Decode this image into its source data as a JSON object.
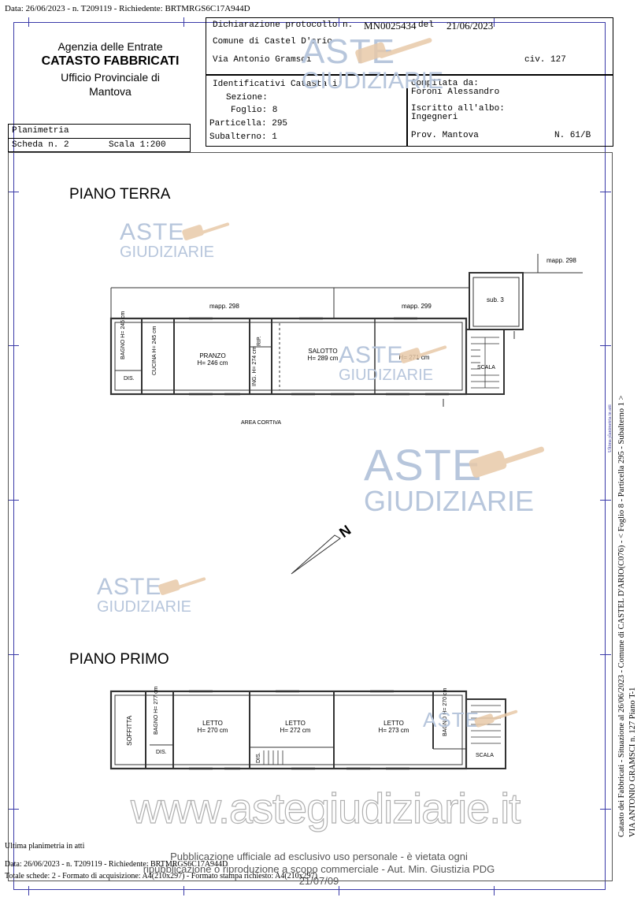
{
  "top_line": "Data: 26/06/2023 - n. T209119 - Richiedente: BRTMRGS6C17A944D",
  "header": {
    "agency_line1": "Agenzia delle Entrate",
    "agency_line2": "CATASTO FABBRICATI",
    "agency_line3": "Ufficio Provinciale di",
    "agency_line4": "Mantova",
    "protocol_label": "Dichiarazione protocollo n.",
    "protocol_number": "MN0025434",
    "protocol_del": "del",
    "protocol_date": "21/06/2023",
    "comune": "Comune di Castel D'ario",
    "via": "Via Antonio Gramsci",
    "civ": "civ. 127",
    "identificativi_label": "Identificativi Catastali:",
    "sezione": "Sezione:",
    "foglio": "Foglio: 8",
    "particella": "Particella: 295",
    "subalterno": "Subalterno: 1",
    "compilata_label": "Compilata da:",
    "compilata_name": "Foroni Alessandro",
    "iscritto_label": "Iscritto all'albo:",
    "iscritto_value": "Ingegneri",
    "prov": "Prov. Mantova",
    "n_albo": "N. 61/B",
    "planimetria": "Planimetria",
    "scheda": "Scheda n. 2",
    "scala": "Scala 1:200"
  },
  "watermark": {
    "aste": "ASTE",
    "giudiziarie": "GIUDIZIARIE",
    "site": "www.astegiudiziarie.it",
    "notice_line1": "Pubblicazione ufficiale ad esclusivo uso personale - è vietata ogni",
    "notice_line2": "ripubblicazione o riproduzione a scopo commerciale - Aut. Min. Giustizia PDG 21/07/09"
  },
  "plan": {
    "piano_terra": "PIANO TERRA",
    "piano_primo": "PIANO PRIMO",
    "mapp_298_top": "mapp. 298",
    "mapp_298": "mapp. 298",
    "mapp_299": "mapp. 299",
    "sub3": "sub. 3",
    "area_cortiva": "AREA CORTIVA",
    "north": "N",
    "pt_rooms": {
      "bagno": "BAGNO",
      "bagno_h": "H= 245 cm",
      "cucina": "CUCINA",
      "cucina_h": "H= 245 cm",
      "dis": "DIS.",
      "pranzo": "PRANZO",
      "pranzo_h": "H= 246 cm",
      "rip": "RIP.",
      "ing": "ING.",
      "ing_h": "H= 274 cm",
      "salotto": "SALOTTO",
      "salotto_h": "H= 289 cm",
      "room_h": "H= 271 cm",
      "scala": "SCALA"
    },
    "pp_rooms": {
      "soffitta": "SOFFITTA",
      "bagno": "BAGNO",
      "bagno_h": "H= 277 cm",
      "dis": "DIS.",
      "letto1": "LETTO",
      "letto1_h": "H= 270 cm",
      "letto2": "LETTO",
      "letto2_h": "H= 272 cm",
      "dis2": "DIS.",
      "letto3": "LETTO",
      "letto3_h": "H= 273 cm",
      "bagno2": "BAGNO",
      "bagno2_h": "H= 270 cm",
      "scala": "SCALA"
    }
  },
  "side_text": {
    "line1": "Catasto dei Fabbricati - Situazione al 26/06/2023 - Comune di CASTEL D'ARIO(C076) - < Foglio 8 - Particella 295 - Subalterno 1 >",
    "line2": "VIA ANTONIO GRAMSCI n. 127 Piano T-1",
    "stamp": "Ultima planimetria in atti"
  },
  "footer": {
    "ultima": "Ultima planimetria in atti",
    "data_line": "Data: 26/06/2023 - n. T209119 - Richiedente: BRTMRGS6C17A944D",
    "totale": "Totale schede: 2 - Formato di acquisizione: A4(210x297) - Formato stampa richiesto: A4(210x297)"
  },
  "colors": {
    "frame": "#3a3aa8",
    "watermark": "#b7c6dc",
    "gavel": "#e8c9a8"
  }
}
